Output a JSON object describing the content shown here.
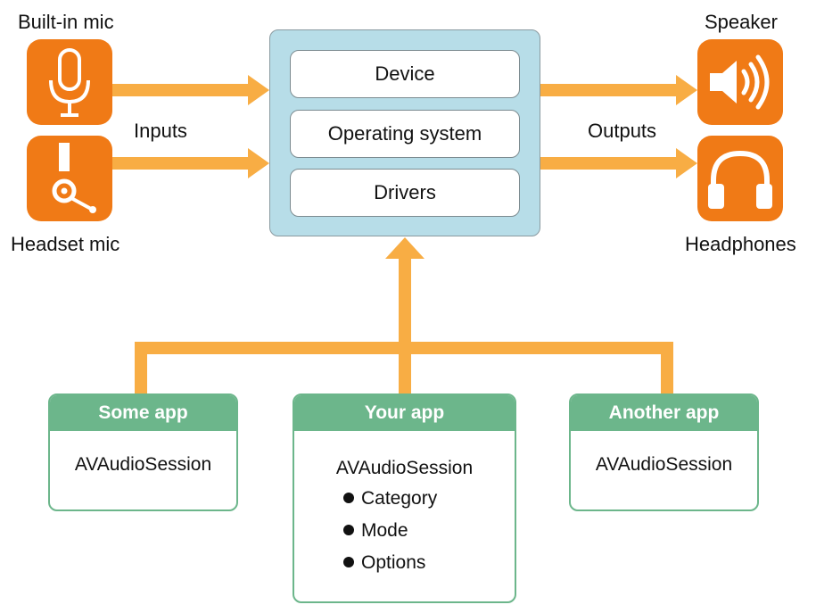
{
  "inputs": {
    "builtin_mic": {
      "label": "Built-in mic",
      "icon": "microphone-icon"
    },
    "headset_mic": {
      "label": "Headset mic",
      "icon": "headset-mic-icon"
    },
    "caption": "Inputs"
  },
  "outputs": {
    "speaker": {
      "label": "Speaker",
      "icon": "speaker-icon"
    },
    "headphones": {
      "label": "Headphones",
      "icon": "headphones-icon"
    },
    "caption": "Outputs"
  },
  "system": {
    "layers": [
      "Device",
      "Operating system",
      "Drivers"
    ]
  },
  "apps": [
    {
      "title": "Some app",
      "session": "AVAudioSession",
      "settings": []
    },
    {
      "title": "Your app",
      "session": "AVAudioSession",
      "settings": [
        "Category",
        "Mode",
        "Options"
      ]
    },
    {
      "title": "Another app",
      "session": "AVAudioSession",
      "settings": []
    }
  ],
  "colors": {
    "arrow": "#f8ad44",
    "icon_tile": "#f07a16",
    "system_box": "#b7dde8",
    "app_header": "#6cb68b"
  }
}
